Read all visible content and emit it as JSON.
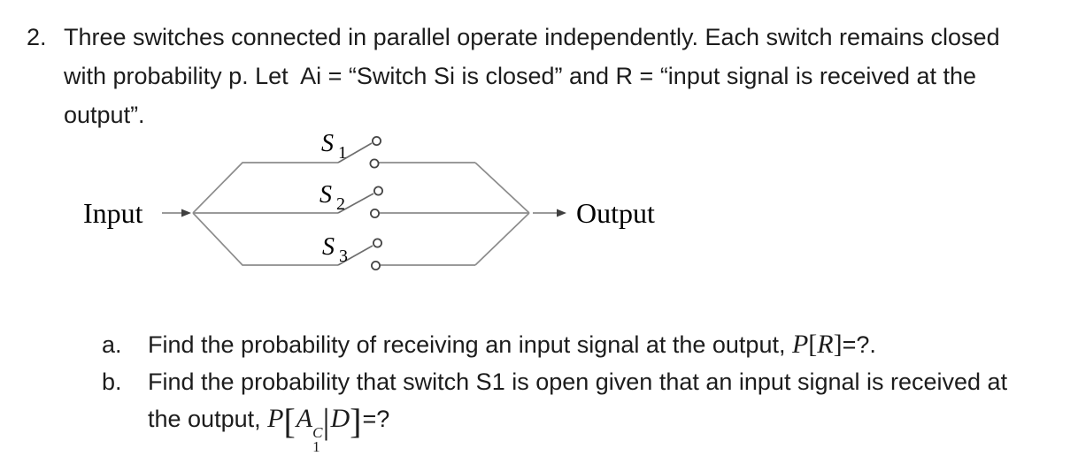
{
  "problem": {
    "number": "2.",
    "lines": [
      "Three switches connected in parallel operate independently. Each switch remains closed",
      "with probability p. Let  Ai = “Switch Si is closed” and R = “input signal is received at the",
      "output”."
    ]
  },
  "diagram": {
    "input_label": "Input",
    "output_label": "Output",
    "switches": [
      {
        "name": "S",
        "sub": "1"
      },
      {
        "name": "S",
        "sub": "2"
      },
      {
        "name": "S",
        "sub": "3"
      }
    ],
    "colors": {
      "wire": "#8c8c8c",
      "blade": "#6e6e6e",
      "contact": "#454545",
      "arrow": "#3f3f3f",
      "label": "#000000"
    }
  },
  "items": {
    "a": {
      "label": "a.",
      "text": "Find the probability of receiving an input signal at the output, ",
      "math": {
        "p": "P",
        "lb": "[",
        "arg": "R",
        "rb": "]"
      },
      "suffix": "=?."
    },
    "b": {
      "label": "b.",
      "line1": "Find the probability that switch S1 is open given that an input signal is received at",
      "line2_prefix": "the output, ",
      "math": {
        "p": "P",
        "lb": "[",
        "base": "A",
        "sup": "C",
        "sub": "1",
        "bar": "|",
        "cond": "D",
        "rb": "]"
      },
      "suffix": "=?"
    }
  }
}
